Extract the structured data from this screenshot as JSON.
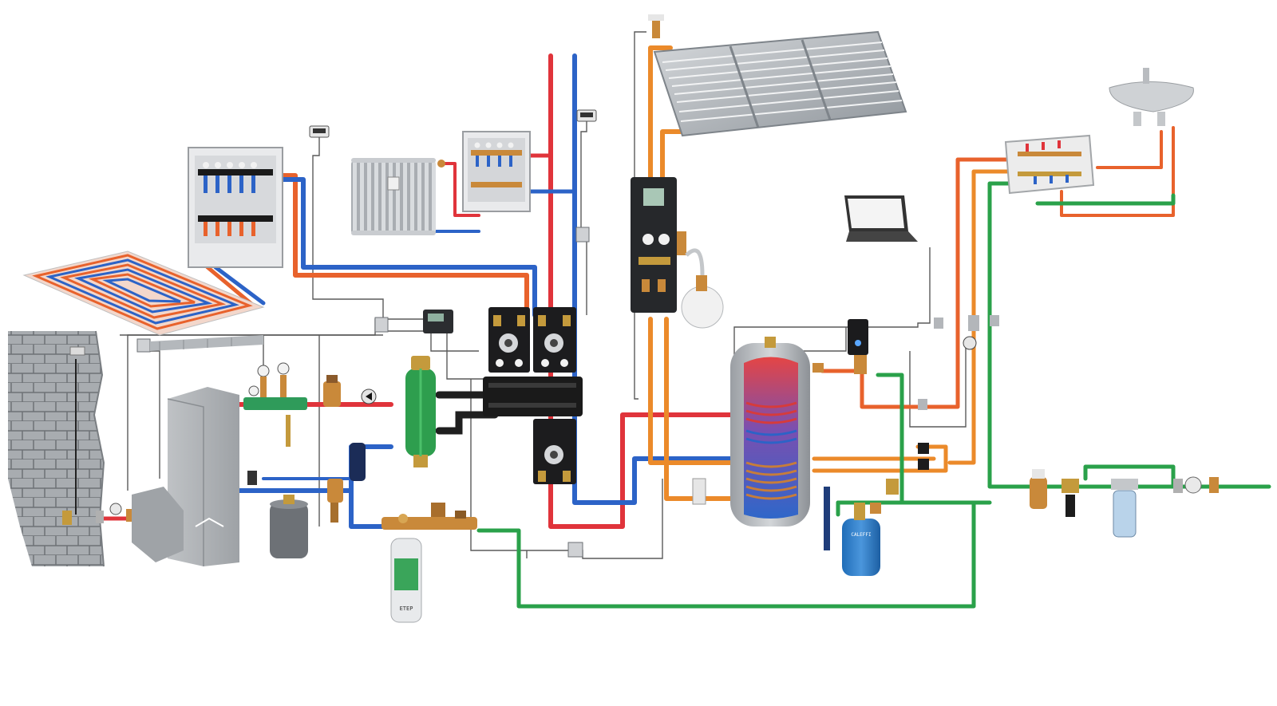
{
  "diagram": {
    "kind": "hydronic heating and domestic water system illustration",
    "pipe_colors": {
      "hot": "#e0343b",
      "cold": "#2c63c7",
      "floor_flow": "#e8622c",
      "solar": "#eb8a2a",
      "mains": "#2aa14a",
      "signal": "#555555"
    },
    "components": [
      "brick-wall",
      "gas-inlet-valve",
      "boiler",
      "expansion-vessel-grey",
      "underfloor-manifold-cabinet",
      "underfloor-heating-loop",
      "radiator",
      "radiator-manifold-cabinet",
      "room-thermostat-left",
      "room-thermostat-right",
      "boiler-safety-group",
      "dirt-separator",
      "hydraulic-separator",
      "pump-station-1",
      "pump-station-2",
      "pump-station-3",
      "distribution-header",
      "system-controller",
      "solar-collector",
      "solar-pump-station",
      "solar-expansion-vessel",
      "hot-water-cylinder",
      "electronic-mixer",
      "laptop",
      "dhw-manifold-cabinet",
      "washbasin",
      "water-treatment-filter",
      "filling-group",
      "pressure-reducer",
      "mains-filter",
      "water-meter",
      "dhw-expansion-vessel"
    ]
  },
  "device_labels": {
    "filter_brand": "ЕТЕР",
    "vessel_brand": "CALEFFI"
  }
}
